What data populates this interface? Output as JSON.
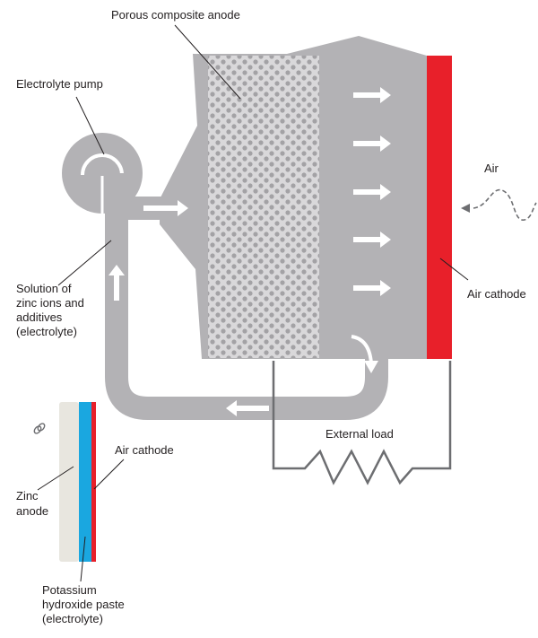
{
  "labels": {
    "porous_anode": "Porous composite anode",
    "electrolyte_pump": "Electrolyte pump",
    "air": "Air",
    "solution_lines": [
      "Solution of",
      "zinc ions and",
      "additives",
      "(electrolyte)"
    ],
    "air_cathode_main": "Air cathode",
    "external_load": "External load",
    "air_cathode_inset": "Air cathode",
    "zinc_anode_lines": [
      "Zinc",
      "anode"
    ],
    "potassium_lines": [
      "Potassium",
      "hydroxide paste",
      "(electrolyte)"
    ]
  },
  "colors": {
    "body_gray": "#b3b2b5",
    "dot_light": "#d9d8da",
    "dot_dark": "#a3a2a5",
    "cathode_red": "#e8202a",
    "electrolyte_blue": "#1aa7e0",
    "zinc_beige": "#e8e6df",
    "wire": "#6d6e71"
  }
}
